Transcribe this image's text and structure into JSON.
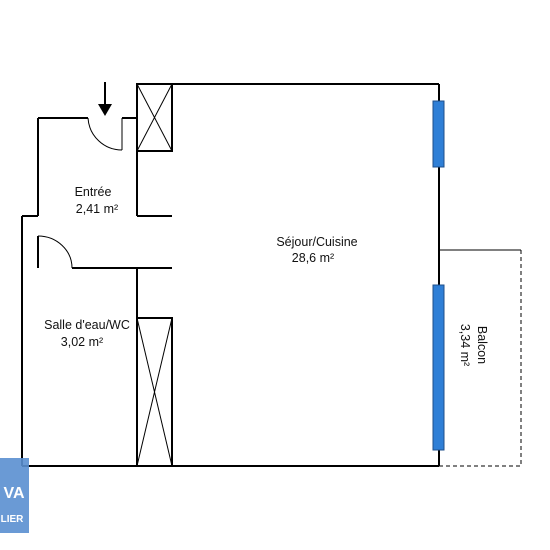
{
  "plan": {
    "rooms": {
      "sejour": {
        "name": "Séjour/Cuisine",
        "area": "28,6  m²"
      },
      "entree": {
        "name": "Entrée",
        "area": "2,41  m²"
      },
      "salle": {
        "name": "Salle d'eau/WC",
        "area": "3,02  m²"
      },
      "balcon": {
        "name": "Balcon",
        "area": "3,34  m²"
      }
    }
  },
  "logo": {
    "line1": "VA",
    "line2": "LIER"
  },
  "colors": {
    "window": "#2f7fd6",
    "logo_bg": "#5a8fd0"
  }
}
